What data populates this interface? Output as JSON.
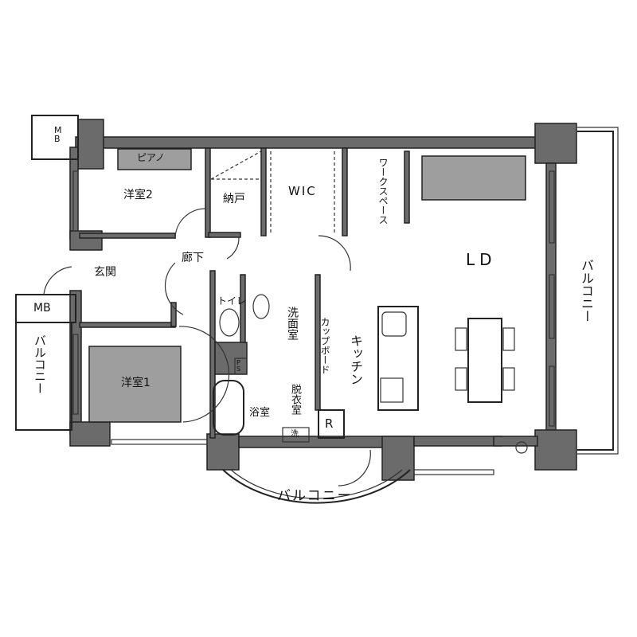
{
  "rooms": {
    "mb_top": "MB",
    "piano": "ピアノ",
    "western_room_2": "洋室2",
    "storage": "納戸",
    "wic": "WIC",
    "workspace": "ワークスペース",
    "ld": "LD",
    "balcony_right": "バルコニー",
    "hallway": "廊下",
    "entrance": "玄関",
    "mb_bottom": "MB",
    "toilet": "トイレ",
    "washroom": "洗面室",
    "cupboard": "カップボード",
    "kitchen": "キッチン",
    "balcony_left": "バルコニー",
    "western_room_1": "洋室1",
    "ps": "PS",
    "dressing_room": "脱衣室",
    "bathroom": "浴室",
    "washer": "洗",
    "refrigerator": "R",
    "balcony_bottom": "バルコニー"
  }
}
